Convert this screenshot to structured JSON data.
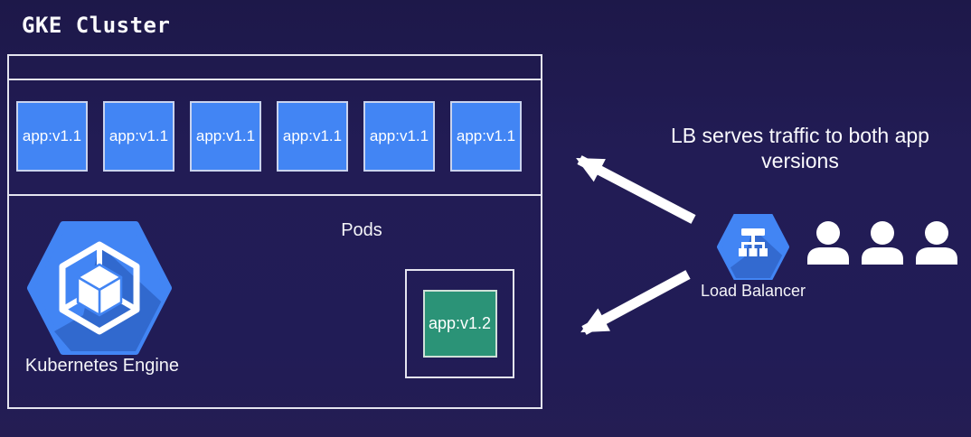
{
  "title": "GKE Cluster",
  "cluster": {
    "pods": [
      "app:v1.1",
      "app:v1.1",
      "app:v1.1",
      "app:v1.1",
      "app:v1.1",
      "app:v1.1"
    ],
    "pods_label": "Pods",
    "engine_label": "Kubernetes Engine",
    "new_pod_label": "app:v1.2"
  },
  "annotation": {
    "caption": "LB serves traffic to both app versions"
  },
  "load_balancer": {
    "label": "Load Balancer"
  },
  "icons": {
    "gke": "kubernetes-engine-hexagon",
    "load_balancer": "load-balancer-hexagon",
    "users": "user-silhouette",
    "arrows": "white-traffic-arrows"
  },
  "colors": {
    "background": "#211c55",
    "box_border": "#e4e4ef",
    "pod_blue": "#4285f4",
    "pod_green": "#2b9377",
    "hexagon_blue": "#4285f4",
    "text": "#ffffff"
  }
}
